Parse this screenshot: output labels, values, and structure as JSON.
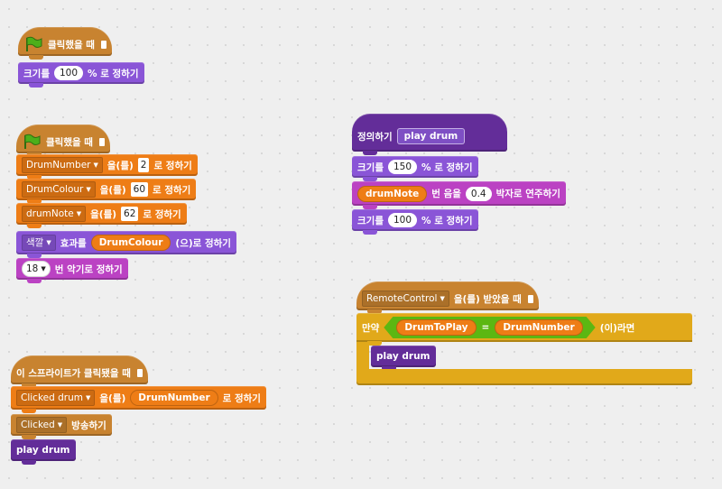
{
  "scripts": {
    "s1": {
      "hat_label": "클릭했을 때",
      "size_pre": "크기를",
      "size_val": "100",
      "size_post": "% 로 정하기"
    },
    "s2": {
      "hat_label": "클릭했을 때",
      "set1": {
        "var": "DrumNumber",
        "mid": "을(를)",
        "val": "2",
        "post": "로 정하기"
      },
      "set2": {
        "var": "DrumColour",
        "mid": "을(를)",
        "val": "60",
        "post": "로 정하기"
      },
      "set3": {
        "var": "drumNote",
        "mid": "을(를)",
        "val": "62",
        "post": "로 정하기"
      },
      "effect": {
        "dd": "색깔",
        "mid": "효과를",
        "reporter": "DrumColour",
        "post": "(으)로 정하기"
      },
      "instrument": {
        "val": "18",
        "post": "번 악기로 정하기"
      }
    },
    "s3": {
      "hat_label": "이 스프라이트가 클릭됐을 때",
      "set": {
        "var": "Clicked drum",
        "mid": "을(를)",
        "reporter": "DrumNumber",
        "post": "로 정하기"
      },
      "broadcast": {
        "dd": "Clicked",
        "post": "방송하기"
      },
      "call": "play drum"
    },
    "s4": {
      "define_label": "정의하기",
      "define_name": "play drum",
      "size1": {
        "pre": "크기를",
        "val": "150",
        "post": "% 로 정하기"
      },
      "play": {
        "reporter": "drumNote",
        "mid": "번 음을",
        "val": "0.4",
        "post": "박자로 연주하기"
      },
      "size2": {
        "pre": "크기를",
        "val": "100",
        "post": "% 로 정하기"
      }
    },
    "s5": {
      "hat": {
        "dd": "RemoteControl",
        "post": "을(를) 받았을 때"
      },
      "if": {
        "pre": "만약",
        "left": "DrumToPlay",
        "op": "=",
        "right": "DrumNumber",
        "post": "(이)라면"
      },
      "call": "play drum"
    }
  },
  "colors": {
    "events": "#c88330",
    "looks": "#8a55d7",
    "data": "#ee7d16",
    "sound": "#bb42c3",
    "more_blocks": "#632d99",
    "control": "#e1a91a",
    "operators": "#5cb712",
    "flag": "#4caf1a"
  },
  "icons": {
    "green_flag": "green-flag-icon",
    "dropdown": "dropdown-caret-icon"
  }
}
